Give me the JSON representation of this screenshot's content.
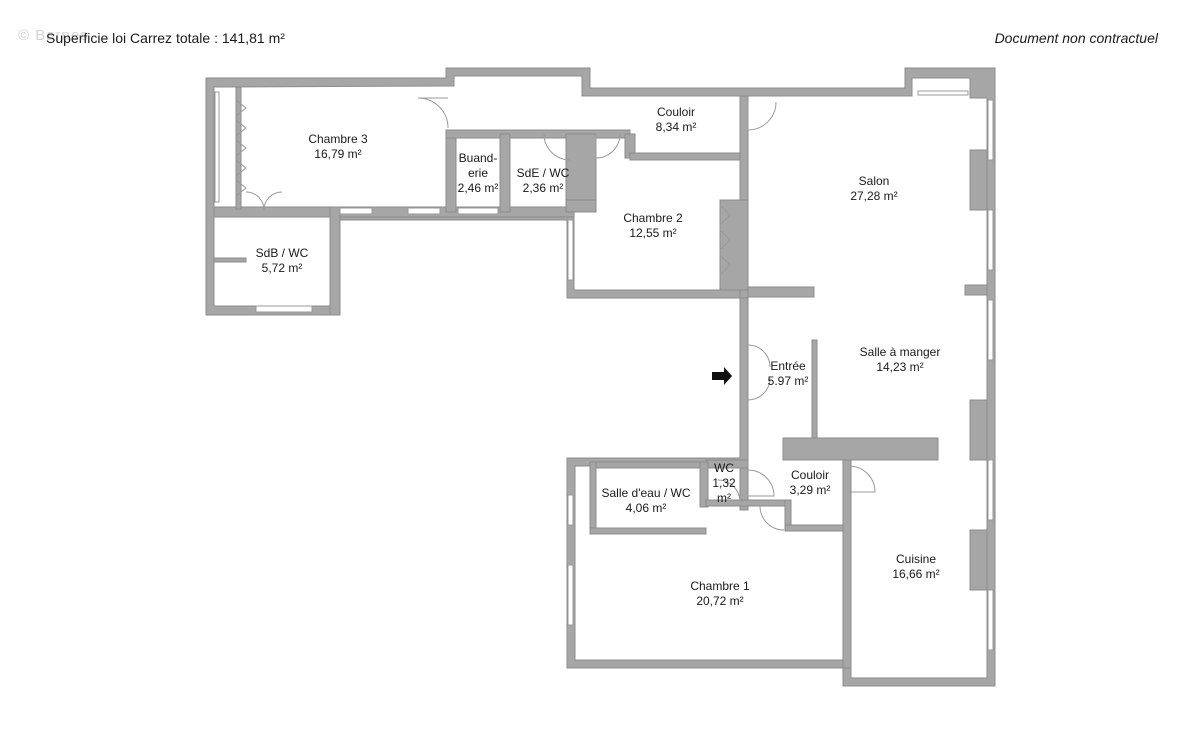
{
  "header": {
    "watermark": "© Barnes",
    "superficie": "Superficie loi Carrez totale :  141,81 m²",
    "disclaimer": "Document non contractuel"
  },
  "colors": {
    "wall": "#a6a6a6",
    "wall_stroke": "#8c8c8c",
    "floor": "#ffffff",
    "window": "#cfcfcf"
  },
  "rooms": {
    "chambre3": {
      "name": "Chambre 3",
      "area": "16,79 m²"
    },
    "couloir1": {
      "name": "Couloir",
      "area": "8,34 m²"
    },
    "buanderie": {
      "name1": "Buand-",
      "name2": "erie",
      "area": "2,46 m²"
    },
    "sde_wc": {
      "name": "SdE / WC",
      "area": "2,36 m²"
    },
    "chambre2": {
      "name": "Chambre 2",
      "area": "12,55 m²"
    },
    "salon": {
      "name": "Salon",
      "area": "27,28 m²"
    },
    "sdb_wc": {
      "name": "SdB / WC",
      "area": "5,72 m²"
    },
    "entree": {
      "name": "Entrée",
      "area": "5.97 m²"
    },
    "salle_a_manger": {
      "name": "Salle à manger",
      "area": "14,23 m²"
    },
    "wc": {
      "name1": "WC",
      "name2": "1,32",
      "name3": "m²"
    },
    "couloir2": {
      "name": "Couloir",
      "area": "3,29 m²"
    },
    "salle_eau": {
      "name": "Salle d'eau / WC",
      "area": "4,06 m²"
    },
    "cuisine": {
      "name": "Cuisine",
      "area": "16,66 m²"
    },
    "chambre1": {
      "name": "Chambre 1",
      "area": "20,72 m²"
    }
  }
}
